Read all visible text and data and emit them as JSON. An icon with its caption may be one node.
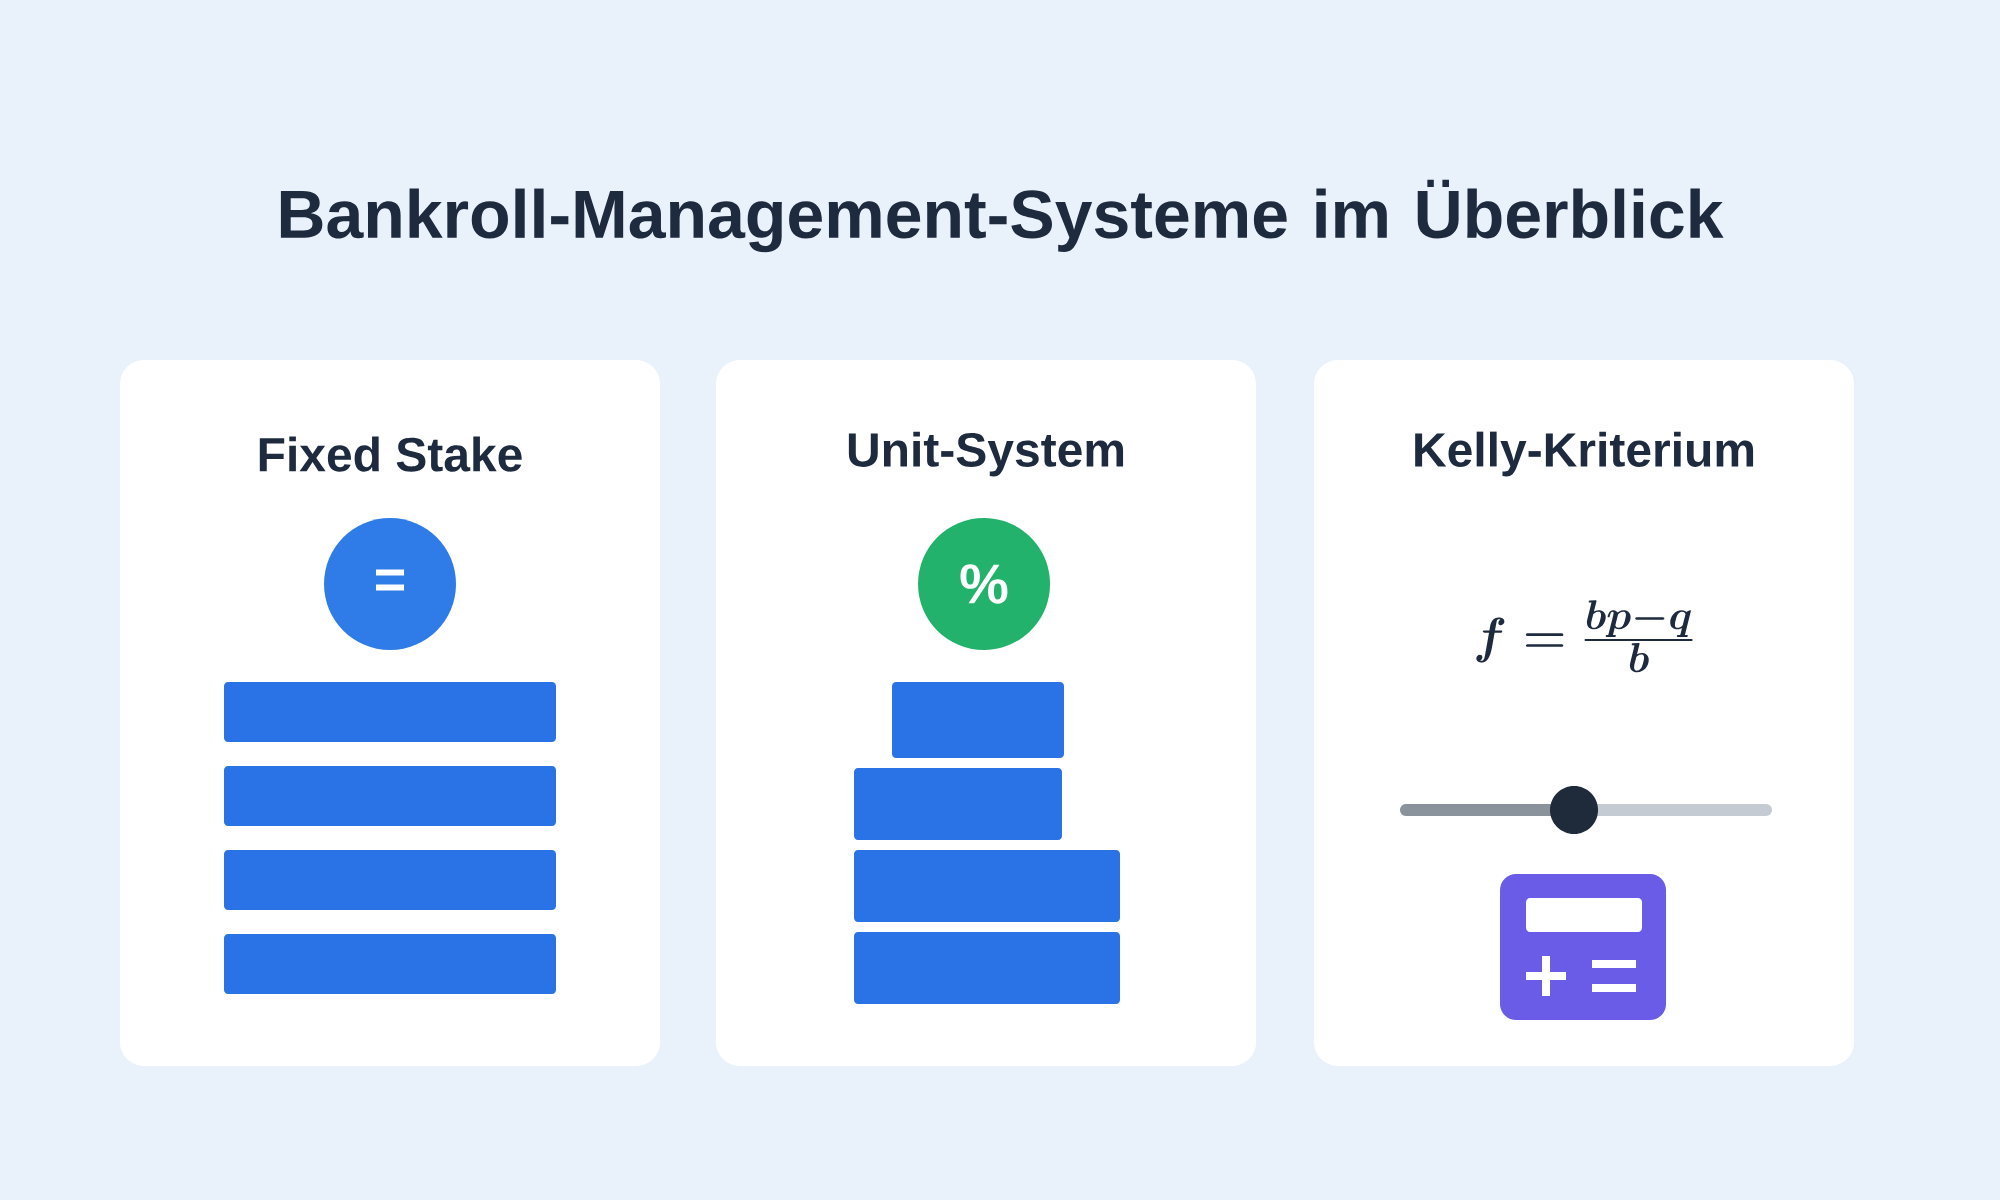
{
  "diagram": {
    "title": "Bankroll-Management-Systeme im Überblick",
    "nodes": [
      {
        "text": [
          "Fixed Stake"
        ]
      },
      {
        "text": [
          "Unit-System"
        ]
      },
      {
        "text": [
          "Kelly-Kriterium",
          "f=\\frac{bp-q}{b}"
        ]
      },
      {
        "text": [
          "="
        ],
        "in": 0
      },
      {
        "text": [
          "%"
        ],
        "in": 1
      }
    ]
  }
}
